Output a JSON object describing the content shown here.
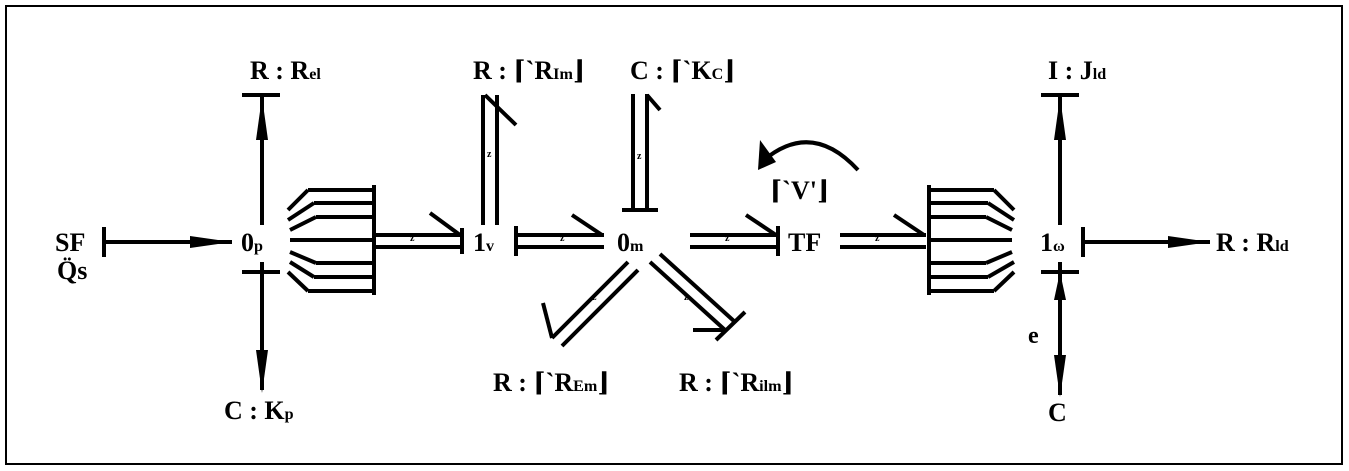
{
  "diagram": {
    "nodes": {
      "sf": {
        "main": "SF",
        "sub": "Q̈s"
      },
      "zero_p": {
        "main": "0",
        "sub": "p"
      },
      "one_v": {
        "main": "1",
        "sub": "v"
      },
      "zero_m": {
        "main": "0",
        "sub": "m"
      },
      "tf": {
        "main": "TF"
      },
      "one_omega": {
        "main": "1",
        "sub": "ω"
      }
    },
    "elements": {
      "r_el": {
        "main": "R : R",
        "sub": "el"
      },
      "c_kp": {
        "main": "C : K",
        "sub": "p"
      },
      "r_rim": {
        "main": "R : ⌈`R",
        "sub": "Im",
        "tail": "⌋"
      },
      "c_kc": {
        "main": "C : ⌈`K",
        "sub": "C",
        "tail": "⌋"
      },
      "r_rem": {
        "main": "R : ⌈`R",
        "sub": "Em",
        "tail": "⌋"
      },
      "r_rilm": {
        "main": "R : ⌈`R",
        "sub": "ilm",
        "tail": "⌋"
      },
      "tf_mod": {
        "main": "⌈`V'⌋"
      },
      "i_jld": {
        "main": "I : J",
        "sub": "ld"
      },
      "r_rld": {
        "main": "R : R",
        "sub": "ld"
      },
      "c_e": {
        "main": "C"
      },
      "e_label": {
        "main": "e"
      }
    },
    "bond_labels": {
      "z1": "z",
      "z2": "z",
      "z3": "z",
      "z4": "z",
      "z5": "z",
      "z6": "z",
      "z7": "z"
    }
  }
}
